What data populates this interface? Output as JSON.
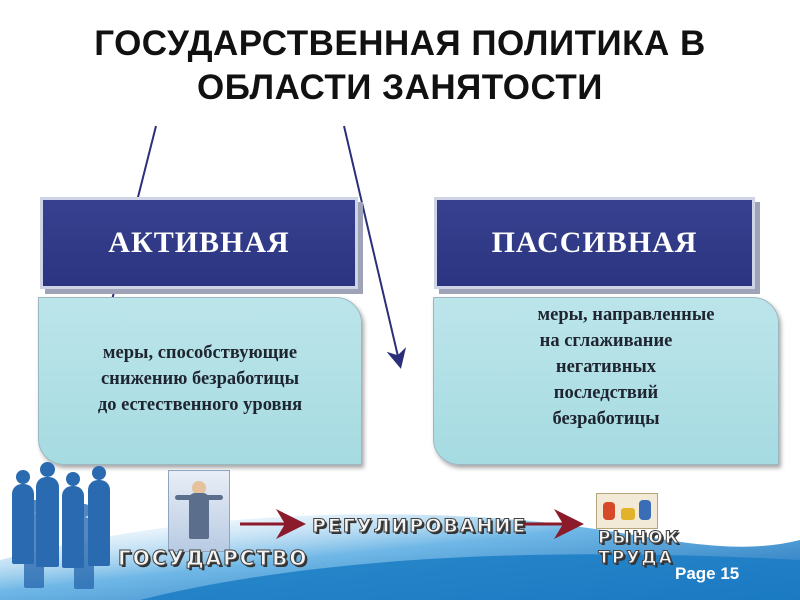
{
  "title": {
    "line1": "ГОСУДАРСТВЕННАЯ ПОЛИТИКА В",
    "line2": "ОБЛАСТИ ЗАНЯТОСТИ"
  },
  "active": {
    "heading": "АКТИВНАЯ",
    "description": [
      "меры, способствующие",
      "снижению безработицы",
      "до естественного уровня"
    ]
  },
  "passive": {
    "heading": "ПАССИВНАЯ",
    "description": [
      "меры, направленные",
      "на сглаживание",
      "негативных",
      "последствий",
      "безработицы"
    ]
  },
  "footer": {
    "state_label": "ГОСУДАРСТВО",
    "regulation_label": "РЕГУЛИРОВАНИЕ",
    "market_label_1": "РЫНОК",
    "market_label_2": "ТРУДА",
    "page_label": "Page 15"
  },
  "colors": {
    "heading_box": "#2b3480",
    "description_box": "#a5dbe1",
    "arrow": "#2b2f7a",
    "flow_arrow": "#8b1a2b",
    "footer_band": "#1b7cc4"
  },
  "icons": [
    "people-silhouettes-icon",
    "statesman-icon",
    "labor-market-icon"
  ]
}
